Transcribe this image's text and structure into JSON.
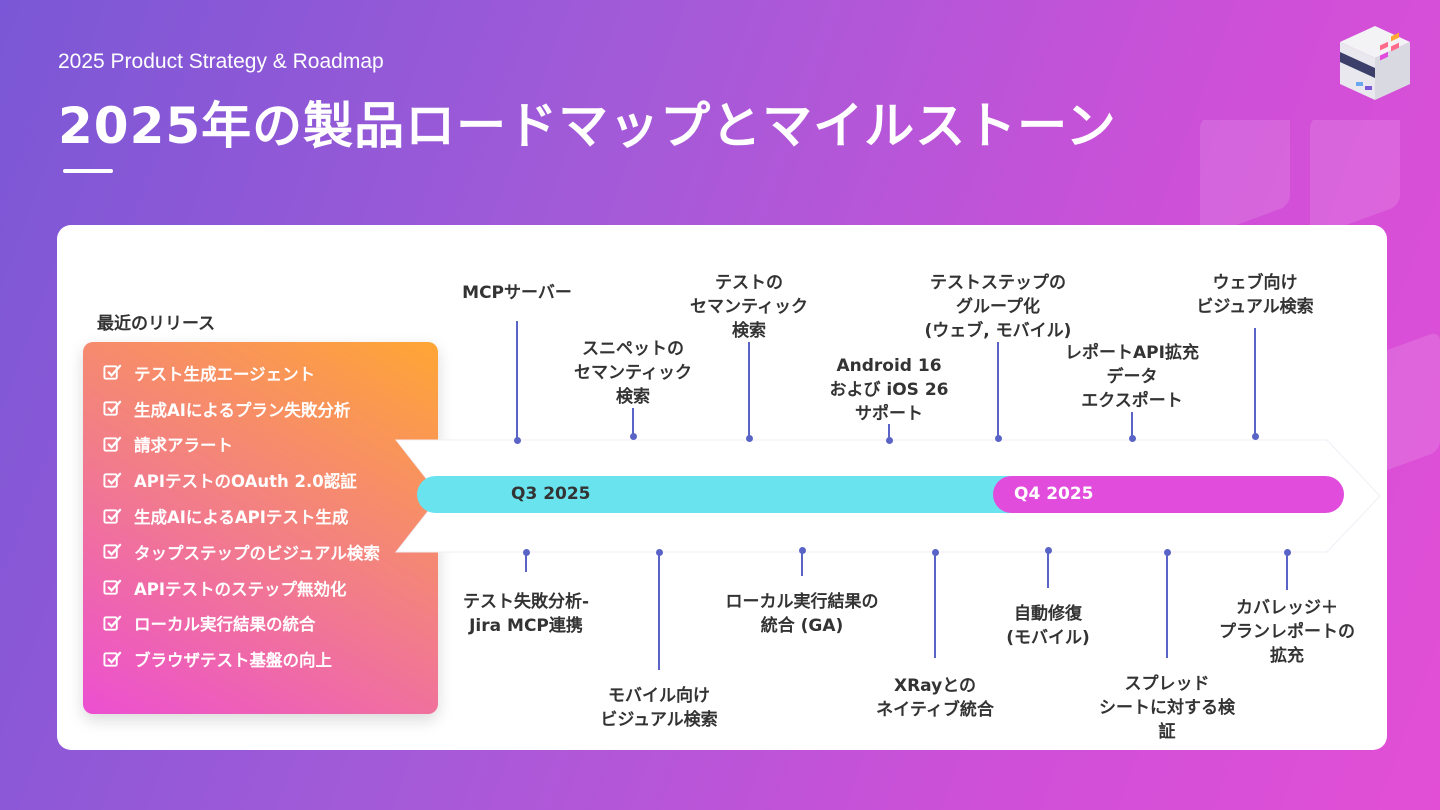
{
  "header": {
    "subtitle": "2025 Product Strategy & Roadmap",
    "title": "2025年の製品ロードマップとマイルストーン"
  },
  "recent_releases": {
    "label": "最近のリリース",
    "items": [
      "テスト生成エージェント",
      "生成AIによるプラン失敗分析",
      "請求アラート",
      "APIテストのOAuth 2.0認証",
      "生成AIによるAPIテスト生成",
      "タップステップのビジュアル検索",
      "APIテストのステップ無効化",
      "ローカル実行結果の統合",
      "ブラウザテスト基盤の向上"
    ]
  },
  "timeline": {
    "q3_label": "Q3 2025",
    "q4_label": "Q4 2025",
    "top": [
      {
        "lines": [
          "MCPサーバー"
        ]
      },
      {
        "lines": [
          "スニペットの",
          "セマンティック",
          "検索"
        ]
      },
      {
        "lines": [
          "テストの",
          "セマンティック",
          "検索"
        ]
      },
      {
        "lines": [
          "Android 16",
          "および iOS 26",
          "サポート"
        ]
      },
      {
        "lines": [
          "テストステップの",
          "グループ化",
          "(ウェブ, モバイル)"
        ]
      },
      {
        "lines": [
          "レポートAPI拡充",
          "データ",
          "エクスポート"
        ]
      },
      {
        "lines": [
          "ウェブ向け",
          "ビジュアル検索"
        ]
      }
    ],
    "bottom": [
      {
        "lines": [
          "テスト失敗分析-",
          "Jira MCP連携"
        ]
      },
      {
        "lines": [
          "モバイル向け",
          "ビジュアル検索"
        ]
      },
      {
        "lines": [
          "ローカル実行結果の",
          "統合 (GA)"
        ]
      },
      {
        "lines": [
          "XRayとの",
          "ネイティブ統合"
        ]
      },
      {
        "lines": [
          "自動修復",
          "(モバイル)"
        ]
      },
      {
        "lines": [
          "スプレッド",
          "シートに対する検",
          "証"
        ]
      },
      {
        "lines": [
          "カバレッジ＋",
          "プランレポートの",
          "拡充"
        ]
      }
    ]
  },
  "colors": {
    "q3": "#69e3ee",
    "q4": "#e14cdc",
    "milestone_line": "#5a64c6"
  }
}
